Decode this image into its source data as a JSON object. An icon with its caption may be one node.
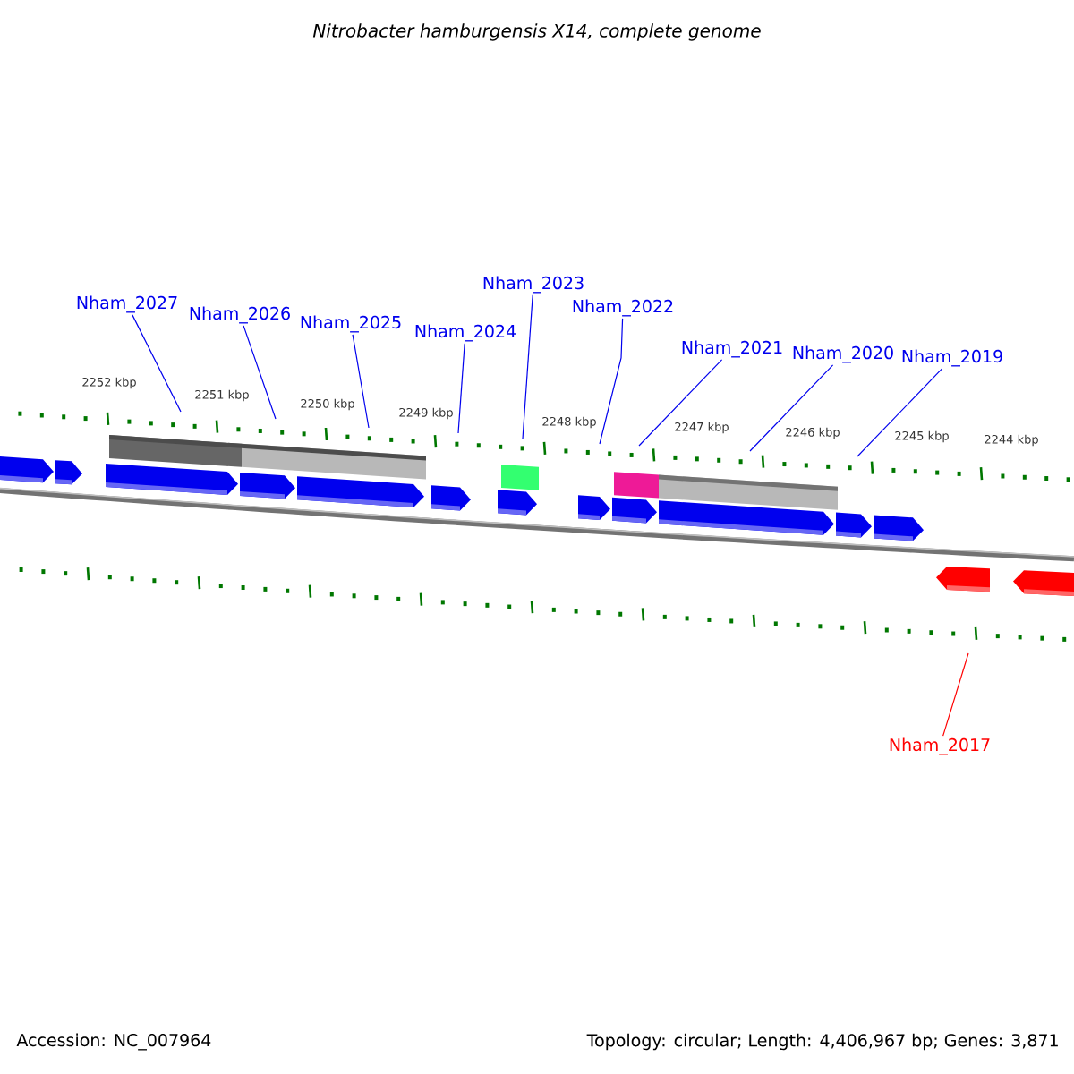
{
  "diagram": {
    "title": "Nitrobacter hamburgensis X14, complete genome",
    "nodes": [
      {
        "text": [
          "Nham_2027"
        ]
      },
      {
        "text": [
          "Nham_2026"
        ]
      },
      {
        "text": [
          "Nham_2025"
        ]
      },
      {
        "text": [
          "Nham_2024"
        ]
      },
      {
        "text": [
          "Nham_2023"
        ]
      },
      {
        "text": [
          "Nham_2022"
        ]
      },
      {
        "text": [
          "Nham_2021"
        ]
      },
      {
        "text": [
          "Nham_2020"
        ]
      },
      {
        "text": [
          "Nham_2019"
        ]
      },
      {
        "text": [
          "Nham_2017"
        ]
      }
    ],
    "edges": [
      {
        "from": 0,
        "to": null,
        "arrow": "none"
      },
      {
        "from": 1,
        "to": null,
        "arrow": "none"
      },
      {
        "from": 2,
        "to": null,
        "arrow": "none"
      },
      {
        "from": 3,
        "to": null,
        "arrow": "none"
      },
      {
        "from": 4,
        "to": null,
        "arrow": "none"
      },
      {
        "from": 5,
        "to": null,
        "arrow": "none"
      },
      {
        "from": 6,
        "to": null,
        "arrow": "none"
      },
      {
        "from": 7,
        "to": null,
        "arrow": "none"
      },
      {
        "from": 8,
        "to": null,
        "arrow": "none"
      },
      {
        "from": 9,
        "to": null,
        "arrow": "none",
        "color": "#ff0000"
      }
    ],
    "labels": [
      "2252 kbp",
      "2251 kbp",
      "2250 kbp",
      "2249 kbp",
      "2248 kbp",
      "2247 kbp",
      "2246 kbp",
      "2245 kbp",
      "2244 kbp",
      "Accession: NC_007964",
      "Topology: circular; Length: 4,406,967 bp; Genes: 3,871"
    ]
  }
}
